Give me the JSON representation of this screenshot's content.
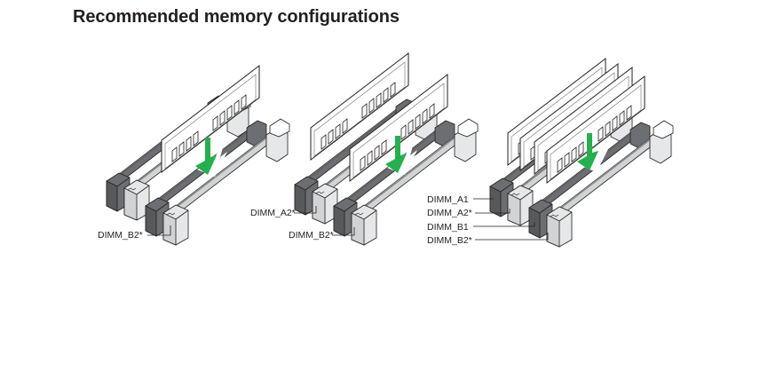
{
  "title": "Recommended memory configurations",
  "colors": {
    "green_arrow": "#22b14c",
    "dark_slot": "#6d6e71",
    "light_slot": "#d1d3d4",
    "groove": "#939598",
    "outline": "#231f20",
    "module": "#ffffff"
  },
  "configurations": [
    {
      "name": "one-module",
      "modules_installed": 1,
      "labels": [
        {
          "text": "DIMM_B2*"
        }
      ]
    },
    {
      "name": "two-modules",
      "modules_installed": 2,
      "labels": [
        {
          "text": "DIMM_A2*"
        },
        {
          "text": "DIMM_B2*"
        }
      ]
    },
    {
      "name": "four-modules",
      "modules_installed": 4,
      "labels": [
        {
          "text": "DIMM_A1"
        },
        {
          "text": "DIMM_A2*"
        },
        {
          "text": "DIMM_B1"
        },
        {
          "text": "DIMM_B2*"
        }
      ]
    }
  ]
}
